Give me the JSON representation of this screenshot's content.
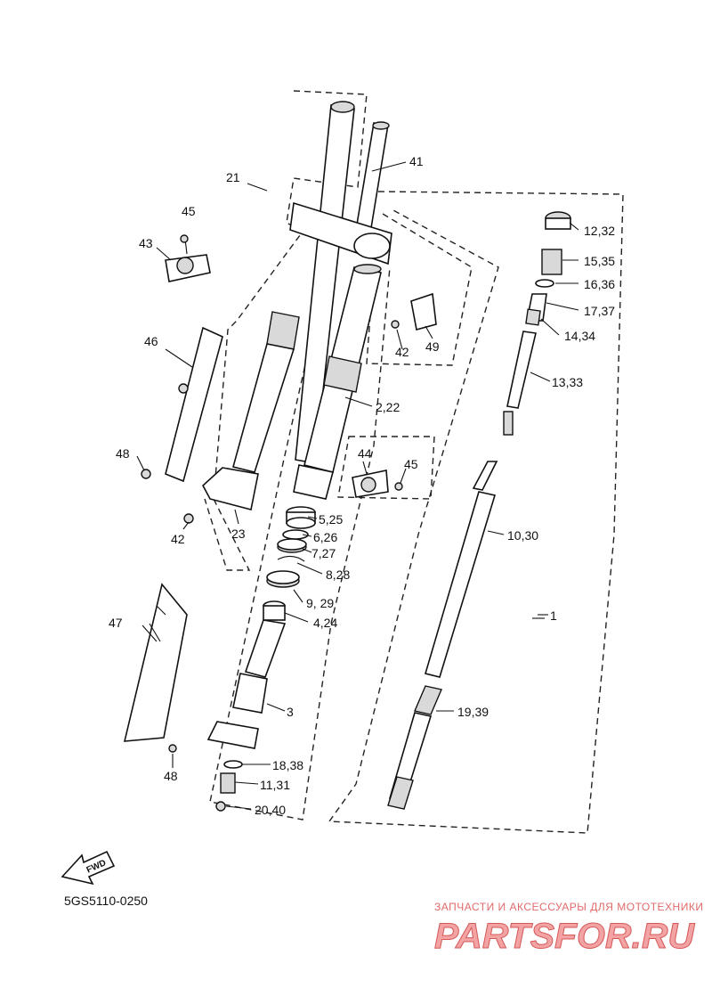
{
  "diagram": {
    "code": "5GS5110-0250",
    "fwd_label": "FWD",
    "labels": {
      "p1": "1",
      "p2_22": "2,22",
      "p3": "3",
      "p4_24": "4,24",
      "p5_25": "5,25",
      "p6_26": "6,26",
      "p7_27": "7,27",
      "p8_28": "8,28",
      "p9_29": "9, 29",
      "p10_30": "10,30",
      "p11_31": "11,31",
      "p12_32": "12,32",
      "p13_33": "13,33",
      "p14_34": "14,34",
      "p15_35": "15,35",
      "p16_36": "16,36",
      "p17_37": "17,37",
      "p18_38": "18,38",
      "p19_39": "19,39",
      "p20_40": "20,40",
      "p21": "21",
      "p23": "23",
      "p41": "41",
      "p42_a": "42",
      "p42_b": "42",
      "p43": "43",
      "p44": "44",
      "p45_a": "45",
      "p45_b": "45",
      "p46": "46",
      "p47": "47",
      "p48_a": "48",
      "p48_b": "48",
      "p49": "49"
    }
  },
  "watermark": {
    "tagline": "ЗАПЧАСТИ И АКСЕССУАРЫ ДЛЯ МОТОТЕХНИКИ",
    "logo": "PARTSFOR.RU"
  },
  "colors": {
    "ink": "#111111",
    "watermark": "#e06a6a"
  }
}
